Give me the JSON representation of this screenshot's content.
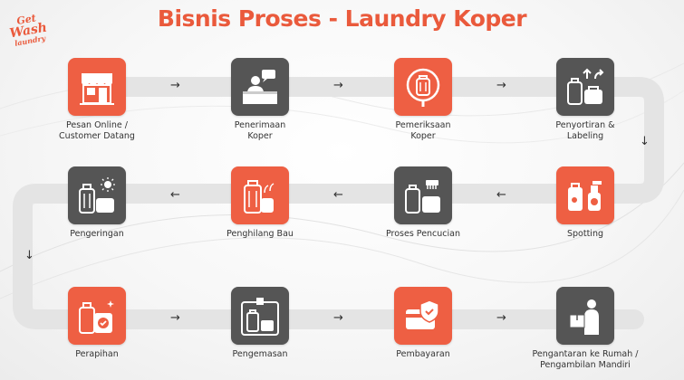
{
  "title": "Bisnis Proses - Laundry Koper",
  "logo": {
    "line1": "Get",
    "line2": "Wash",
    "line3": "laundry"
  },
  "colors": {
    "accent": "#ee5f43",
    "dark": "#555555",
    "track": "#e4e4e4"
  },
  "steps": [
    {
      "label1": "Pesan Online /",
      "label2": "Customer Datang",
      "icon": "storefront-icon",
      "tile": "orange"
    },
    {
      "label1": "Penerimaan",
      "label2": "Koper",
      "icon": "receptionist-icon",
      "tile": "dark"
    },
    {
      "label1": "Pemeriksaan",
      "label2": "Koper",
      "icon": "luggage-inspect-icon",
      "tile": "orange"
    },
    {
      "label1": "Penyortiran &",
      "label2": "Labeling",
      "icon": "luggage-sort-icon",
      "tile": "dark"
    },
    {
      "label1": "Spotting",
      "label2": "",
      "icon": "luggage-spray-icon",
      "tile": "orange"
    },
    {
      "label1": "Proses Pencucian",
      "label2": "",
      "icon": "luggage-brush-icon",
      "tile": "dark"
    },
    {
      "label1": "Penghilang Bau",
      "label2": "",
      "icon": "luggage-deodorize-icon",
      "tile": "orange"
    },
    {
      "label1": "Pengeringan",
      "label2": "",
      "icon": "luggage-sun-icon",
      "tile": "dark"
    },
    {
      "label1": "Perapihan",
      "label2": "",
      "icon": "luggage-check-icon",
      "tile": "orange"
    },
    {
      "label1": "Pengemasan",
      "label2": "",
      "icon": "luggage-package-icon",
      "tile": "dark"
    },
    {
      "label1": "Pembayaran",
      "label2": "",
      "icon": "card-payment-icon",
      "tile": "orange"
    },
    {
      "label1": "Pengantaran ke Rumah /",
      "label2": "Pengambilan Mandiri",
      "icon": "delivery-icon",
      "tile": "dark"
    }
  ],
  "arrows": {
    "right": "→",
    "left": "←",
    "down": "↓"
  }
}
